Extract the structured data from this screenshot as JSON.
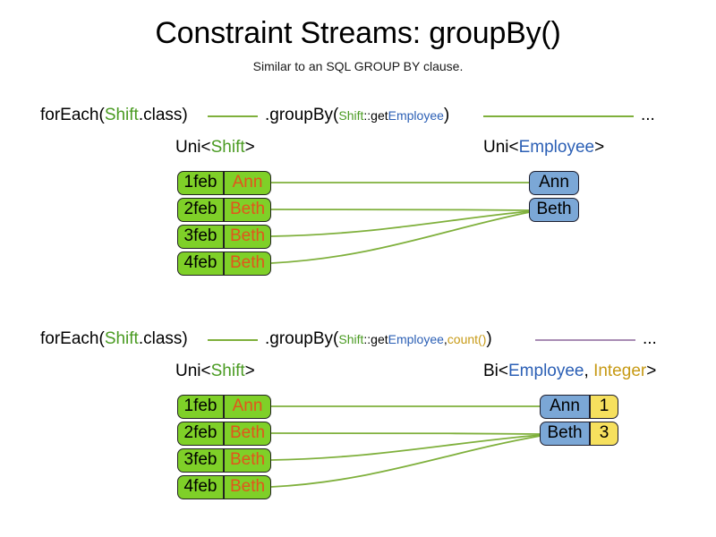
{
  "header": {
    "title": "Constraint Streams: groupBy()",
    "subtitle": "Similar to an SQL GROUP BY clause."
  },
  "colors": {
    "shift_green": "#7fd028",
    "shift_name_orange": "#e2551c",
    "employee_blue": "#7ba7d6",
    "count_yellow": "#f6e05e",
    "token_green": "#4a9b22",
    "token_blue": "#2b5fb5",
    "token_gold": "#c79a15",
    "link_green": "#7fb03c",
    "rule_purple": "#a98cb4",
    "background": "#ffffff"
  },
  "sections": [
    {
      "id": "groupby-mapping",
      "code": {
        "for_each_prefix": "forEach(",
        "for_each_type": "Shift",
        "for_each_suffix": ".class)",
        "group_by_prefix": ".groupBy(",
        "arg_class": "Shift",
        "arg_sep": "::",
        "arg_method_get": "get",
        "arg_method_type": "Employee",
        "group_by_suffix": ")",
        "trailing_dots": "..."
      },
      "left_label": {
        "prefix": "Uni<",
        "type": "Shift",
        "suffix": ">"
      },
      "right_label": {
        "prefix": "Uni<",
        "type": "Employee",
        "suffix": ">"
      },
      "left_rows": [
        {
          "date": "1feb",
          "name": "Ann"
        },
        {
          "date": "2feb",
          "name": "Beth"
        },
        {
          "date": "3feb",
          "name": "Beth"
        },
        {
          "date": "4feb",
          "name": "Beth"
        }
      ],
      "right_rows": [
        {
          "employee": "Ann"
        },
        {
          "employee": "Beth"
        }
      ],
      "links": [
        {
          "from": 0,
          "to": 0
        },
        {
          "from": 1,
          "to": 1
        },
        {
          "from": 2,
          "to": 1
        },
        {
          "from": 3,
          "to": 1
        }
      ]
    },
    {
      "id": "groupby-count",
      "code": {
        "for_each_prefix": "forEach(",
        "for_each_type": "Shift",
        "for_each_suffix": ".class)",
        "group_by_prefix": ".groupBy(",
        "arg_class": "Shift",
        "arg_sep": "::",
        "arg_method_get": "get",
        "arg_method_type": "Employee",
        "arg_comma": ", ",
        "arg_collector": "count()",
        "group_by_suffix": ")",
        "trailing_dots": "..."
      },
      "left_label": {
        "prefix": "Uni<",
        "type": "Shift",
        "suffix": ">"
      },
      "right_label": {
        "prefix": "Bi<",
        "type": "Employee",
        "sep": ", ",
        "type2": "Integer",
        "suffix": ">"
      },
      "left_rows": [
        {
          "date": "1feb",
          "name": "Ann"
        },
        {
          "date": "2feb",
          "name": "Beth"
        },
        {
          "date": "3feb",
          "name": "Beth"
        },
        {
          "date": "4feb",
          "name": "Beth"
        }
      ],
      "right_rows": [
        {
          "employee": "Ann",
          "count": "1"
        },
        {
          "employee": "Beth",
          "count": "3"
        }
      ],
      "links": [
        {
          "from": 0,
          "to": 0
        },
        {
          "from": 1,
          "to": 1
        },
        {
          "from": 2,
          "to": 1
        },
        {
          "from": 3,
          "to": 1
        }
      ]
    }
  ]
}
